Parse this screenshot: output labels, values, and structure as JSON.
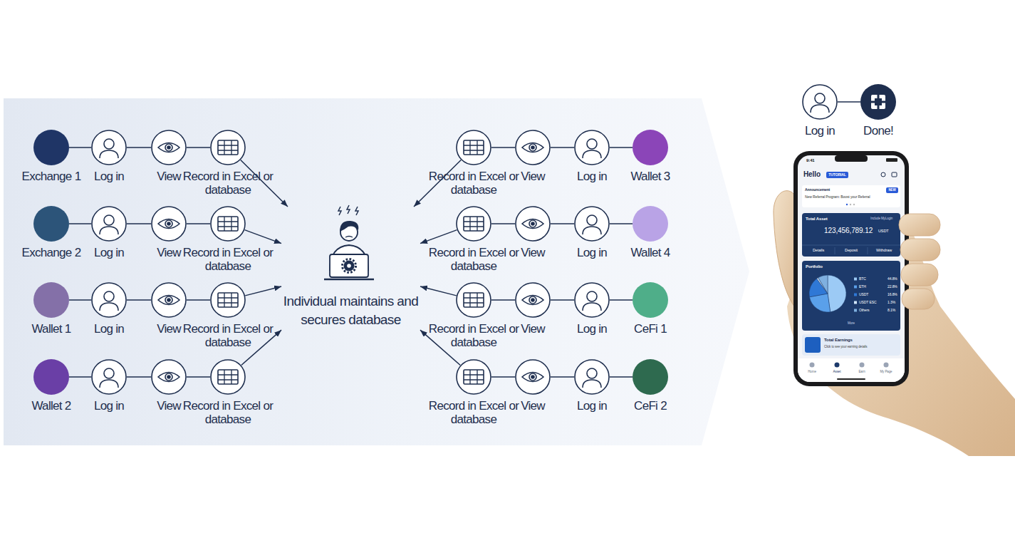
{
  "diagram": {
    "nodes": [
      {
        "text": [
          "Exchange 1"
        ]
      },
      {
        "text": [
          "Log in"
        ]
      },
      {
        "text": [
          "View"
        ]
      },
      {
        "text": [
          "Record in Excel or database"
        ]
      },
      {
        "text": [
          "Exchange 2"
        ]
      },
      {
        "text": [
          "Log in"
        ]
      },
      {
        "text": [
          "View"
        ]
      },
      {
        "text": [
          "Record in Excel or database"
        ]
      },
      {
        "text": [
          "Wallet 1"
        ]
      },
      {
        "text": [
          "Log in"
        ]
      },
      {
        "text": [
          "View"
        ]
      },
      {
        "text": [
          "Record in Excel or database"
        ]
      },
      {
        "text": [
          "Wallet 2"
        ]
      },
      {
        "text": [
          "Log in"
        ]
      },
      {
        "text": [
          "View"
        ]
      },
      {
        "text": [
          "Record in Excel or database"
        ]
      },
      {
        "text": [
          "Individual maintains and secures database"
        ]
      },
      {
        "text": [
          "Record in Excel or database"
        ]
      },
      {
        "text": [
          "View"
        ]
      },
      {
        "text": [
          "Log in"
        ]
      },
      {
        "text": [
          "Wallet 3"
        ]
      },
      {
        "text": [
          "Record in Excel or database"
        ]
      },
      {
        "text": [
          "View"
        ]
      },
      {
        "text": [
          "Log in"
        ]
      },
      {
        "text": [
          "Wallet 4"
        ]
      },
      {
        "text": [
          "Record in Excel or database"
        ]
      },
      {
        "text": [
          "View"
        ]
      },
      {
        "text": [
          "Log in"
        ]
      },
      {
        "text": [
          "CeFi 1"
        ]
      },
      {
        "text": [
          "Record in Excel or database"
        ]
      },
      {
        "text": [
          "View"
        ]
      },
      {
        "text": [
          "Log in"
        ]
      },
      {
        "text": [
          "CeFi 2"
        ]
      },
      {
        "text": [
          "Log in"
        ]
      },
      {
        "text": [
          "Done!"
        ]
      }
    ],
    "edges": [
      {
        "from": 0,
        "to": 1,
        "arrow": "none"
      },
      {
        "from": 1,
        "to": 2,
        "arrow": "none"
      },
      {
        "from": 2,
        "to": 3,
        "arrow": "none"
      },
      {
        "from": 3,
        "to": 16,
        "arrow": "to"
      },
      {
        "from": 4,
        "to": 5,
        "arrow": "none"
      },
      {
        "from": 5,
        "to": 6,
        "arrow": "none"
      },
      {
        "from": 6,
        "to": 7,
        "arrow": "none"
      },
      {
        "from": 7,
        "to": 16,
        "arrow": "to"
      },
      {
        "from": 8,
        "to": 9,
        "arrow": "none"
      },
      {
        "from": 9,
        "to": 10,
        "arrow": "none"
      },
      {
        "from": 10,
        "to": 11,
        "arrow": "none"
      },
      {
        "from": 11,
        "to": 16,
        "arrow": "to"
      },
      {
        "from": 12,
        "to": 13,
        "arrow": "none"
      },
      {
        "from": 13,
        "to": 14,
        "arrow": "none"
      },
      {
        "from": 14,
        "to": 15,
        "arrow": "none"
      },
      {
        "from": 15,
        "to": 16,
        "arrow": "to"
      },
      {
        "from": 20,
        "to": 19,
        "arrow": "none"
      },
      {
        "from": 19,
        "to": 18,
        "arrow": "none"
      },
      {
        "from": 18,
        "to": 17,
        "arrow": "none"
      },
      {
        "from": 17,
        "to": 16,
        "arrow": "to"
      },
      {
        "from": 24,
        "to": 23,
        "arrow": "none"
      },
      {
        "from": 23,
        "to": 22,
        "arrow": "none"
      },
      {
        "from": 22,
        "to": 21,
        "arrow": "none"
      },
      {
        "from": 21,
        "to": 16,
        "arrow": "to"
      },
      {
        "from": 28,
        "to": 27,
        "arrow": "none"
      },
      {
        "from": 27,
        "to": 26,
        "arrow": "none"
      },
      {
        "from": 26,
        "to": 25,
        "arrow": "none"
      },
      {
        "from": 25,
        "to": 16,
        "arrow": "to"
      },
      {
        "from": 32,
        "to": 31,
        "arrow": "none"
      },
      {
        "from": 31,
        "to": 30,
        "arrow": "none"
      },
      {
        "from": 30,
        "to": 29,
        "arrow": "none"
      },
      {
        "from": 29,
        "to": 16,
        "arrow": "to"
      },
      {
        "from": 33,
        "to": 34,
        "arrow": "none"
      }
    ],
    "labels": [
      "9:41",
      "Hello",
      "TUTORIAL",
      "Announcement",
      "NEW",
      "New Referral Program: Boost your Referral",
      "Total Asset",
      "Include MyLogin",
      "123,456,789.12",
      "USDT",
      "Details",
      "Deposit",
      "Withdraw",
      "Portfolio",
      "BTC",
      "44.8%",
      "ETH",
      "22.8%",
      "USDT",
      "16.8%",
      "USDT ESC",
      "1.3%",
      "Others",
      "8.1%",
      "More",
      "Total Earnings",
      "Click to see your earning details",
      "Home",
      "Asset",
      "Earn",
      "My Page"
    ]
  }
}
